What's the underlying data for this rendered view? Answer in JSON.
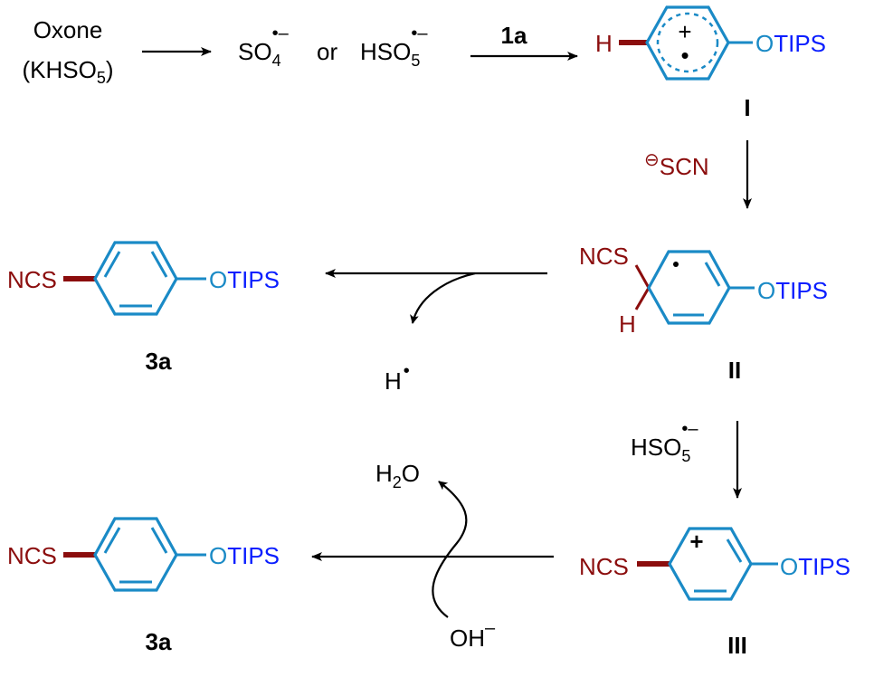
{
  "reagents": {
    "oxone": "Oxone",
    "khso5_prefix": "(KHSO",
    "khso5_sub": "5",
    "khso5_suffix": ")",
    "so4": "SO",
    "so4_sub": "4",
    "so4_charge": "•–",
    "or": "or",
    "hso5": "HSO",
    "hso5_sub": "5",
    "hso5_charge": "•–",
    "substrate": "1a",
    "thiocyanate_charge": "⊖",
    "thiocyanate": "SCN",
    "oxidant2": "HSO",
    "oxidant2_sub": "5",
    "oxidant2_charge": "•–",
    "h_radical": "H",
    "h_radical_dot": "•",
    "water_h": "H",
    "water_sub": "2",
    "water_o": "O",
    "hydroxide": "OH",
    "hydroxide_charge": "–"
  },
  "intermediates": {
    "I": {
      "label": "I",
      "left": "H",
      "o": "O",
      "tips": "TIPS",
      "charge": "+",
      "radical": "•"
    },
    "II": {
      "label": "II",
      "ncs": "NCS",
      "h": "H",
      "o": "O",
      "tips": "TIPS",
      "radical": "•"
    },
    "III": {
      "label": "III",
      "ncs": "NCS",
      "o": "O",
      "tips": "TIPS",
      "charge": "+"
    }
  },
  "products": [
    {
      "label": "3a",
      "ncs": "NCS",
      "o": "O",
      "tips": "TIPS"
    },
    {
      "label": "3a",
      "ncs": "NCS",
      "o": "O",
      "tips": "TIPS"
    }
  ],
  "colors": {
    "ring": "#1a8ac6",
    "ncs": "#8b0d0d",
    "tips": "#0a1eff"
  }
}
